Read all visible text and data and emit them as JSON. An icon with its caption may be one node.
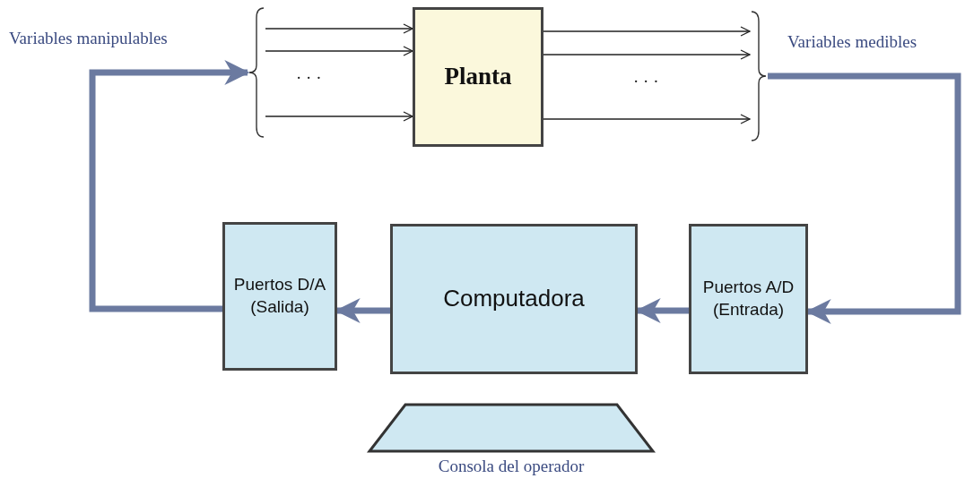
{
  "diagram": {
    "nodes": [
      {
        "text": [
          "Planta"
        ]
      },
      {
        "text": [
          "Puertos D/A (Salida)"
        ]
      },
      {
        "text": [
          "Computadora"
        ]
      },
      {
        "text": [
          "Puertos A/D (Entrada)"
        ]
      },
      {
        "text": [
          "Consola del operador"
        ]
      },
      {
        "text": [],
        "shape": "brace"
      },
      {
        "text": [],
        "shape": "brace"
      }
    ],
    "edges": [
      {
        "from": 5,
        "to": 0,
        "arrow": "to"
      },
      {
        "from": 5,
        "to": 0,
        "arrow": "to"
      },
      {
        "from": 5,
        "to": 0,
        "arrow": "to"
      },
      {
        "from": 0,
        "to": 6,
        "arrow": "to"
      },
      {
        "from": 0,
        "to": 6,
        "arrow": "to"
      },
      {
        "from": 0,
        "to": 6,
        "arrow": "to"
      },
      {
        "from": 1,
        "to": 5,
        "arrow": "to",
        "style": "thick",
        "color": "#6b7aa0"
      },
      {
        "from": 6,
        "to": 3,
        "arrow": "to",
        "style": "thick",
        "color": "#6b7aa0"
      },
      {
        "from": 2,
        "to": 1,
        "arrow": "to",
        "style": "thick",
        "color": "#6b7aa0"
      },
      {
        "from": 3,
        "to": 2,
        "arrow": "to",
        "style": "thick",
        "color": "#6b7aa0"
      }
    ],
    "labels": [
      "Variables manipulables",
      "Variables medibles",
      "· · ·",
      "· · ·"
    ]
  }
}
